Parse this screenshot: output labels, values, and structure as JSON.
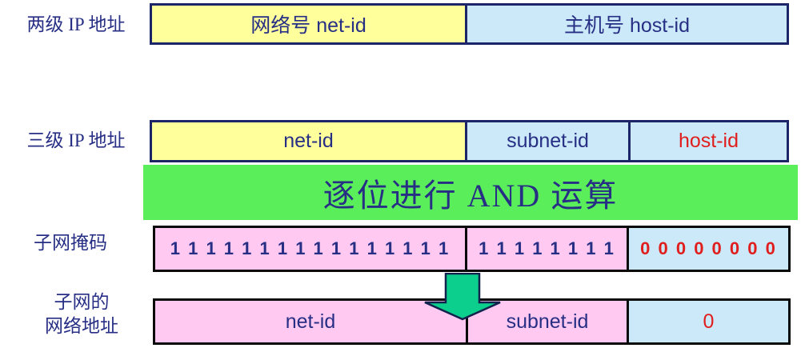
{
  "left_labels": {
    "two_level": "两级 IP 地址",
    "three_level": "三级 IP 地址",
    "subnet_mask": "子网掩码",
    "result_line1": "子网的",
    "result_line2": "网络地址"
  },
  "banner": {
    "text": "逐位进行 AND 运算"
  },
  "two_level_row": {
    "net": "网络号 net-id",
    "host": "主机号 host-id"
  },
  "three_level_row": {
    "net": "net-id",
    "subnet": "subnet-id",
    "host": "host-id"
  },
  "mask_row": {
    "net_bits": "1 1 1 1 1 1 1 1 1 1 1 1 1 1 1 1",
    "subnet_bits": "1 1 1 1 1 1 1 1",
    "host_bits": "0 0 0 0 0 0 0 0"
  },
  "result_row": {
    "net": "net-id",
    "subnet": "subnet-id",
    "host": "0"
  },
  "icons": {
    "down_arrow": "down-arrow"
  },
  "colors": {
    "yellow": "#FFFF9C",
    "lightblue": "#CBE9F8",
    "pink": "#FFC9F1",
    "green": "#5BEE5B",
    "arrow": "#0DCF8D",
    "navy": "#272F85",
    "red": "#E01E1E",
    "navyborder": "#1C2568",
    "blackborder": "#0A0A0A"
  }
}
